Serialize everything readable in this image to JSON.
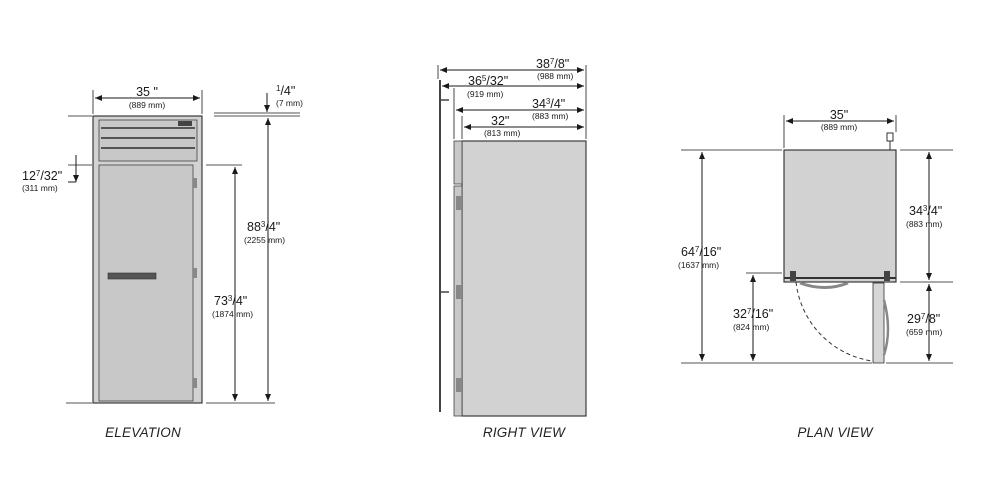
{
  "views": {
    "elevation": {
      "caption": "ELEVATION",
      "width_in": "35 \"",
      "width_mm": "(889 mm)",
      "top_in_whole": "",
      "top_in_num": "1",
      "top_in_frac": "/4\"",
      "top_mm": "(7 mm)",
      "door_top_in_whole": "12",
      "door_top_in_num": "7",
      "door_top_in_frac": "/32\"",
      "door_top_mm": "(311 mm)",
      "overall_h_in_whole": "88",
      "overall_h_in_num": "3",
      "overall_h_in_frac": "/4\"",
      "overall_h_mm": "(2255 mm)",
      "door_h_in_whole": "73",
      "door_h_in_num": "3",
      "door_h_in_frac": "/4\"",
      "door_h_mm": "(1874 mm)"
    },
    "right": {
      "caption": "RIGHT VIEW",
      "d1_in_whole": "38",
      "d1_in_num": "7",
      "d1_in_frac": "/8\"",
      "d1_mm": "(988 mm)",
      "d2_in_whole": "36",
      "d2_in_num": "5",
      "d2_in_frac": "/32\"",
      "d2_mm": "(919 mm)",
      "d3_in_whole": "34",
      "d3_in_num": "3",
      "d3_in_frac": "/4\"",
      "d3_mm": "(883 mm)",
      "d4_in": "32\"",
      "d4_mm": "(813 mm)"
    },
    "plan": {
      "caption": "PLAN VIEW",
      "width_in": "35\"",
      "width_mm": "(889 mm)",
      "total_in_whole": "64",
      "total_in_num": "7",
      "total_in_frac": "/16\"",
      "total_mm": "(1637 mm)",
      "depth_in_whole": "34",
      "depth_in_num": "3",
      "depth_in_frac": "/4\"",
      "depth_mm": "(883 mm)",
      "door_in_whole": "32",
      "door_in_num": "7",
      "door_in_frac": "/16\"",
      "door_mm": "(824 mm)",
      "swing_in_whole": "29",
      "swing_in_num": "7",
      "swing_in_frac": "/8\"",
      "swing_mm": "(659 mm)"
    }
  }
}
